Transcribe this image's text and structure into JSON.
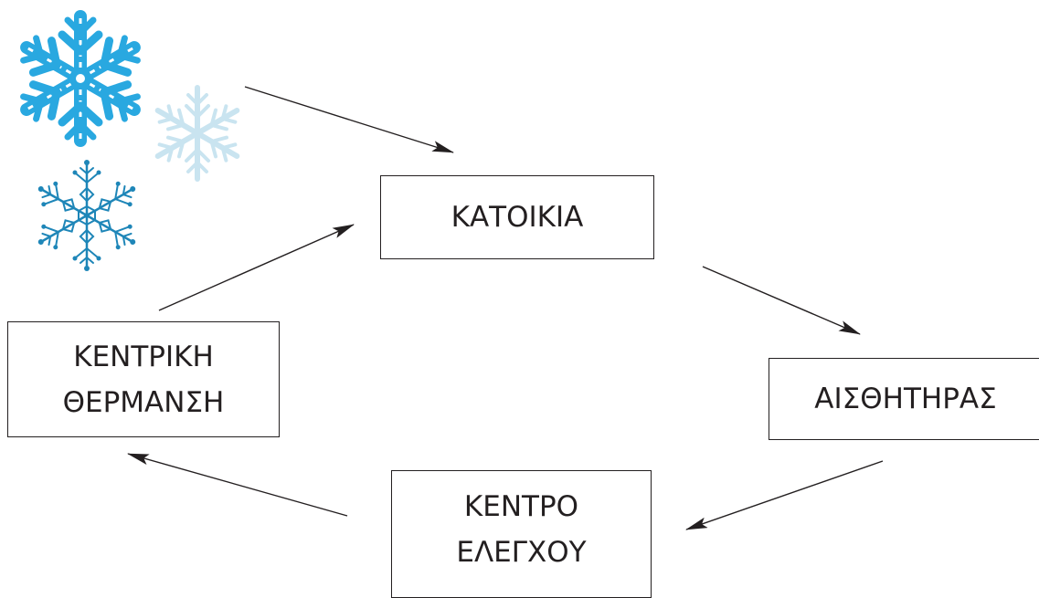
{
  "diagram": {
    "nodes": {
      "katoikia": {
        "lines": [
          "ΚΑΤΟΙΚΙΑ"
        ]
      },
      "aisthitiras": {
        "lines": [
          "ΑΙΣΘΗΤΗΡΑΣ"
        ]
      },
      "kentro_elegxou": {
        "lines": [
          "ΚΕΝΤΡΟ",
          "ΕΛΕΓΧΟΥ"
        ]
      },
      "kentriki_thermansi": {
        "lines": [
          "ΚΕΝΤΡΙΚΗ",
          "ΘΕΡΜΑΝΣΗ"
        ]
      }
    },
    "edges": [
      {
        "from": "snowflakes",
        "to": "katoikia"
      },
      {
        "from": "katoikia",
        "to": "aisthitiras"
      },
      {
        "from": "aisthitiras",
        "to": "kentro_elegxou"
      },
      {
        "from": "kentro_elegxou",
        "to": "kentriki_thermansi"
      },
      {
        "from": "kentriki_thermansi",
        "to": "katoikia"
      }
    ],
    "colors": {
      "line": "#231f20",
      "snow_bright": "#29a8e0",
      "snow_light": "#c9e4f0",
      "snow_deep": "#1e86b8"
    },
    "icons": [
      "large-snowflake-icon",
      "pale-snowflake-icon",
      "ornate-snowflake-icon"
    ]
  }
}
